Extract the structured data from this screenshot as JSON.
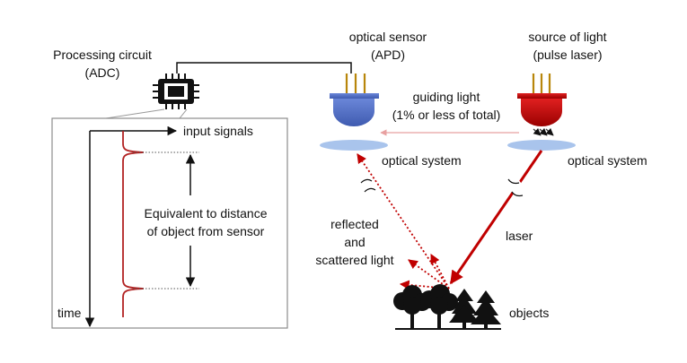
{
  "labels": {
    "processing_circuit_line1": "Processing circuit",
    "processing_circuit_line2": "(ADC)",
    "optical_sensor_line1": "optical sensor",
    "optical_sensor_line2": "(APD)",
    "light_source_line1": "source of light",
    "light_source_line2": "(pulse laser)",
    "guiding_light_line1": "guiding light",
    "guiding_light_line2": "(1% or less of total)",
    "optical_system_left": "optical system",
    "optical_system_right": "optical system",
    "input_signals": "input signals",
    "time": "time",
    "distance_line1": "Equivalent to distance",
    "distance_line2": "of object from sensor",
    "reflected_line1": "reflected",
    "reflected_line2": "and",
    "reflected_line3": "scattered light",
    "laser": "laser",
    "objects": "objects"
  },
  "colors": {
    "sensor_blue": "#5470c6",
    "laser_red": "#c00000",
    "signal_red": "#b22222",
    "lens_blue": "#a9c4ec",
    "panel_border": "#8c8c8c",
    "guide_pink": "#e8a0a0"
  },
  "icons": {
    "chip": "processor-chip-icon",
    "sensor": "photodiode-icon",
    "laser": "laser-diode-icon",
    "objects": "trees-icon"
  }
}
